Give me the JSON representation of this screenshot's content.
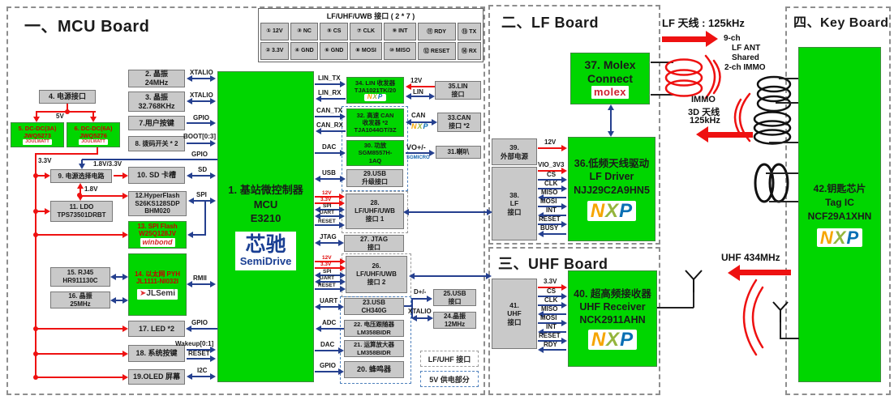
{
  "titles": {
    "mcu": "一、MCU Board",
    "lf": "二、LF Board",
    "uhf": "三、UHF Board",
    "key": "四、Key Board"
  },
  "connector": {
    "title": "LF/UHF/UWB 接口 ( 2 * 7 )",
    "row1": [
      "① 12V",
      "③ NC",
      "⑤ CS",
      "⑦ CLK",
      "⑨ INT",
      "⑪ RDY",
      "⑬ TX"
    ],
    "row2": [
      "② 3.3V",
      "④ GND",
      "⑥ GND",
      "⑧ MOSI",
      "⑩ MISO",
      "⑫ RESET",
      "⑭ RX"
    ]
  },
  "legend": {
    "lf_uhf": "LF/UHF 接口",
    "v5": "5V 供电部分"
  },
  "sig": {
    "xtalio": "XTALIO",
    "gpio": "GPIO",
    "boot": "BOOT[0:3]",
    "sd": "SD",
    "spi": "SPI",
    "rmii": "RMII",
    "wakeup": "Wakeup[0:1]",
    "reset": "RESET",
    "i2c": "I2C",
    "lin_tx": "LIN_TX",
    "lin_rx": "LIN_RX",
    "can_tx": "CAN_TX",
    "can_rx": "CAN_RX",
    "dac": "DAC",
    "usb": "USB",
    "jtag": "JTAG",
    "uart": "UART",
    "adc": "ADC",
    "v12": "12V",
    "v33": "3.3V",
    "v5": "5V",
    "v18": "1.8V",
    "v18_33": "1.8V/3.3V",
    "lin": "LIN",
    "can": "CAN",
    "vo": "VO+/-",
    "dp": "D+/-",
    "vio": "VIO_3V3",
    "cs": "CS",
    "clk": "CLK",
    "miso": "MISO",
    "mosi": "MOSI",
    "int": "INT",
    "busy": "BUSY",
    "rdy": "RDY"
  },
  "ann": {
    "lf_ant": "LF 天线 : 125kHz",
    "ch9": "9-ch",
    "lf_ant2": "LF ANT",
    "shared": "Shared",
    "immo2": "2-ch IMMO",
    "immo": "IMMO",
    "ant3d": "3D 天线",
    "khz125": "125kHz",
    "uhf434": "UHF 434MHz"
  },
  "logos": {
    "nxp_n": "N",
    "nxp_x": "X",
    "nxp_p": "P",
    "molex": "molex",
    "winbond": "winbond",
    "jlsemi_tri": "➤",
    "jlsemi": "JLSemi",
    "joulwatt": "JOULWATT",
    "sgmicro": "SGMICRO",
    "semidrive_cn": "芯驰",
    "semidrive_en": "SemiDrive"
  },
  "blocks": {
    "b1": {
      "lines": [
        "1. 基站微控制器",
        "MCU",
        "E3210"
      ]
    },
    "b2": {
      "lines": [
        "2. 晶振",
        "24MHz"
      ]
    },
    "b3": {
      "lines": [
        "3. 晶振",
        "32.768KHz"
      ]
    },
    "b4": {
      "lines": [
        "4. 电源接口"
      ]
    },
    "b5": {
      "lines": [
        "5. DC-DC(3A)",
        "JWQ5273"
      ]
    },
    "b6": {
      "lines": [
        "6. DC-DC(6A)",
        "JWQ5276"
      ]
    },
    "b7": {
      "lines": [
        "7.用户按键"
      ]
    },
    "b8": {
      "lines": [
        "8. 拨码开关 * 2"
      ]
    },
    "b9": {
      "lines": [
        "9. 电源选择电路"
      ]
    },
    "b10": {
      "lines": [
        "10. SD 卡槽"
      ]
    },
    "b11": {
      "lines": [
        "11. LDO",
        "TPS73501DRBT"
      ]
    },
    "b12": {
      "lines": [
        "12.HyperFlash",
        "S26KS128SDP",
        "BHM020"
      ]
    },
    "b13": {
      "lines": [
        "13. SPI Flash",
        "W25Q128JV"
      ]
    },
    "b14": {
      "lines": [
        "14. 以太网 PYH",
        "JL1111-NI032I"
      ]
    },
    "b15": {
      "lines": [
        "15. RJ45",
        "HR911130C"
      ]
    },
    "b16": {
      "lines": [
        "16. 晶振",
        "25MHz"
      ]
    },
    "b17": {
      "lines": [
        "17. LED *2"
      ]
    },
    "b18": {
      "lines": [
        "18. 系统按键"
      ]
    },
    "b19": {
      "lines": [
        "19.OLED 屏幕"
      ]
    },
    "b20": {
      "lines": [
        "20. 蜂鸣器"
      ]
    },
    "b21": {
      "lines": [
        "21. 运算放大器",
        "LM358BIDR"
      ]
    },
    "b22": {
      "lines": [
        "22. 电压跟随器",
        "LM358BIDR"
      ]
    },
    "b23": {
      "lines": [
        "23.USB",
        "CH340G"
      ]
    },
    "b24": {
      "lines": [
        "24.晶振",
        "12MHz"
      ]
    },
    "b25": {
      "lines": [
        "25.USB",
        "接口"
      ]
    },
    "b26": {
      "lines": [
        "26.",
        "LF/UHF/UWB",
        "接口 2"
      ]
    },
    "b27": {
      "lines": [
        "27. JTAG",
        "接口"
      ]
    },
    "b28": {
      "lines": [
        "28.",
        "LF/UHF/UWB",
        "接口 1"
      ]
    },
    "b29": {
      "lines": [
        "29.USB",
        "升级接口"
      ]
    },
    "b30": {
      "lines": [
        "30. 功放",
        "SGM8557H-",
        "1AQ"
      ]
    },
    "b31": {
      "lines": [
        "31.喇叭"
      ]
    },
    "b32": {
      "lines": [
        "32. 高速 CAN",
        "收发器 *2",
        "TJA1044GT/3Z"
      ]
    },
    "b33": {
      "lines": [
        "33.CAN",
        "接口 *2"
      ]
    },
    "b34": {
      "lines": [
        "34. LIN 收发器",
        "TJA1021TK/20"
      ]
    },
    "b35": {
      "lines": [
        "35.LIN",
        "接口"
      ]
    },
    "b36": {
      "lines": [
        "36.低频天线驱动",
        "LF Driver",
        "NJJ29C2A9HN5"
      ]
    },
    "b37": {
      "lines": [
        "37. Molex",
        "Connect"
      ]
    },
    "b38": {
      "lines": [
        "38.",
        "LF",
        "接口"
      ]
    },
    "b39": {
      "lines": [
        "39.",
        "外部电源"
      ]
    },
    "b40": {
      "lines": [
        "40. 超高频接收器",
        "UHF Receiver",
        "NCK2911AHN"
      ]
    },
    "b41": {
      "lines": [
        "41.",
        "UHF",
        "接口"
      ]
    },
    "b42": {
      "lines": [
        "42.钥匙芯片",
        "Tag IC",
        "NCF29A1XHN"
      ]
    }
  }
}
